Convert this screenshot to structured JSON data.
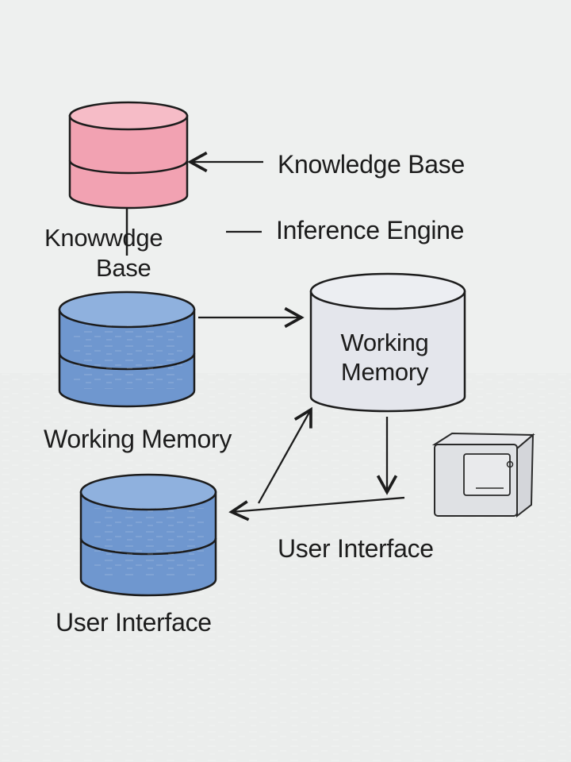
{
  "labels": {
    "kb_right": "Knowledge Base",
    "ie_right": "Inference Engine",
    "kb_left_line1": "Knowwdge",
    "kb_left_line2": "Base",
    "wm_cylinder_line1": "Working",
    "wm_cylinder_line2": "Memory",
    "wm_left": "Working Memory",
    "ui_right": "User Interface",
    "ui_left": "User Interface"
  },
  "colors": {
    "background": "#eef0ef",
    "knowledge_base_fill": "#f2a2b2",
    "knowledge_base_top": "#f6bcc7",
    "blue_cylinder_fill": "#6f97cf",
    "blue_cylinder_top": "#8fb1de",
    "working_memory_fill": "#e4e6ec",
    "ink": "#1c1c1c"
  },
  "icons": {
    "knowledge_base": "pink-database-cylinder-icon",
    "blue_database_1": "blue-database-cylinder-icon",
    "working_memory": "gray-database-cylinder-icon",
    "blue_database_2": "blue-database-cylinder-icon",
    "computer": "computer-box-icon"
  }
}
